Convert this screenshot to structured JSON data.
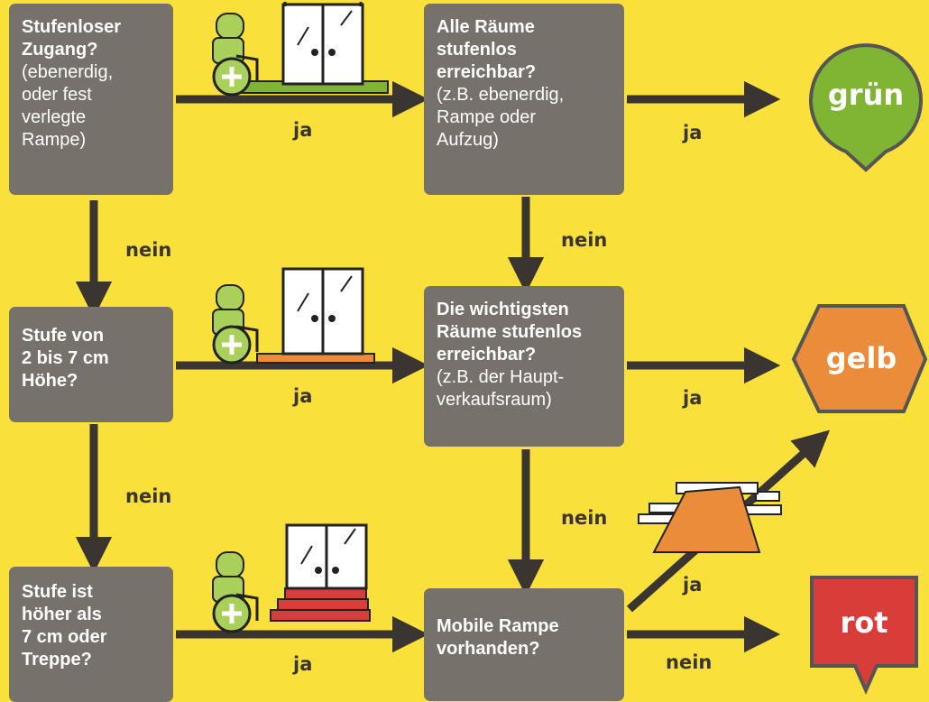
{
  "boxes": {
    "b1": {
      "bold": [
        "Stufenloser",
        "Zugang?"
      ],
      "normal": [
        "(ebenerdig,",
        "oder fest",
        "verlegte",
        "Rampe)"
      ]
    },
    "b2": {
      "bold": [
        "Stufe von",
        "2 bis 7 cm",
        "Höhe?"
      ],
      "normal": []
    },
    "b3": {
      "bold": [
        "Stufe ist",
        "höher als",
        "7 cm oder",
        "Treppe?"
      ],
      "normal": []
    },
    "b4": {
      "bold": [
        "Alle Räume",
        "stufenlos",
        "erreichbar?"
      ],
      "normal": [
        "(z.B. ebenerdig,",
        "Rampe oder",
        "Aufzug)"
      ]
    },
    "b5": {
      "bold": [
        "Die wichtigsten",
        "Räume stufenlos",
        "erreichbar?"
      ],
      "normal": [
        "(z.B. der Haupt-",
        "verkaufsraum)"
      ]
    },
    "b6": {
      "bold": [
        "Mobile Rampe",
        "vorhanden?"
      ],
      "normal": []
    }
  },
  "labels": {
    "ja_1": "ja",
    "ja_2": "ja",
    "ja_3": "ja",
    "ja_4": "ja",
    "ja_5": "ja",
    "ja_6": "ja",
    "nein_1": "nein",
    "nein_2": "nein",
    "nein_3": "nein",
    "nein_4": "nein",
    "nein_5": "nein"
  },
  "results": {
    "green": {
      "text": "grün",
      "color": "#80b533"
    },
    "yellow": {
      "text": "gelb",
      "color": "#eb8c3b"
    },
    "red": {
      "text": "rot",
      "color": "#d93d3a"
    }
  },
  "colors": {
    "background": "#f9e03b",
    "box": "#77716b",
    "arrow": "#3a3530",
    "wheelchair": "#a8d05a"
  },
  "icons": {
    "row1": "wheelchair-at-door-level-entrance-icon",
    "row2": "wheelchair-at-door-small-step-icon",
    "row3": "wheelchair-at-door-stairs-icon",
    "ramp": "mobile-ramp-icon"
  }
}
